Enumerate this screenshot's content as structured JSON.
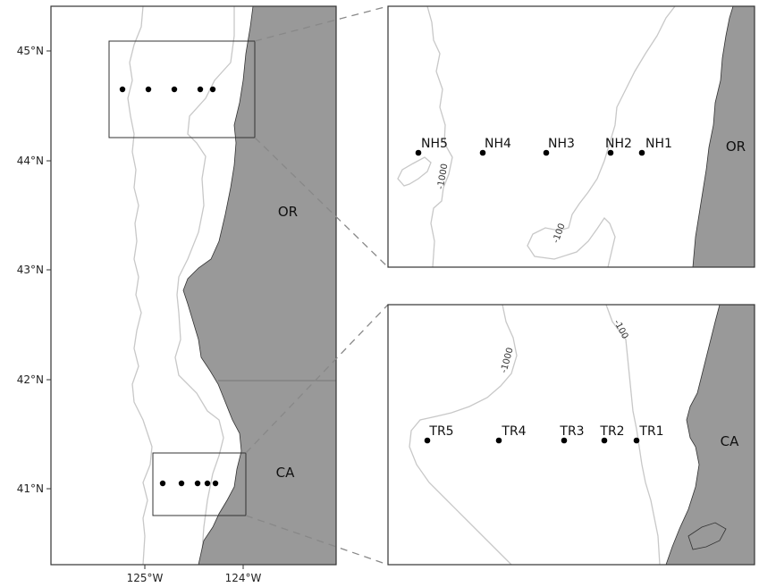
{
  "main_map": {
    "lat_ticks": [
      "45°N",
      "44°N",
      "43°N",
      "42°N",
      "41°N"
    ],
    "lon_ticks": [
      "125°W",
      "124°W"
    ],
    "state_labels": [
      "OR",
      "CA"
    ]
  },
  "inset_north": {
    "state_label": "OR",
    "stations": [
      "NH5",
      "NH4",
      "NH3",
      "NH2",
      "NH1"
    ],
    "contour_labels": [
      "-1000",
      "-100"
    ]
  },
  "inset_south": {
    "state_label": "CA",
    "stations": [
      "TR5",
      "TR4",
      "TR3",
      "TR2",
      "TR1"
    ],
    "contour_labels": [
      "-1000",
      "-100"
    ]
  },
  "colors": {
    "land": "#999999",
    "ocean": "#ffffff",
    "contour": "#c8c8c8",
    "frame": "#333333",
    "station": "#000000"
  }
}
